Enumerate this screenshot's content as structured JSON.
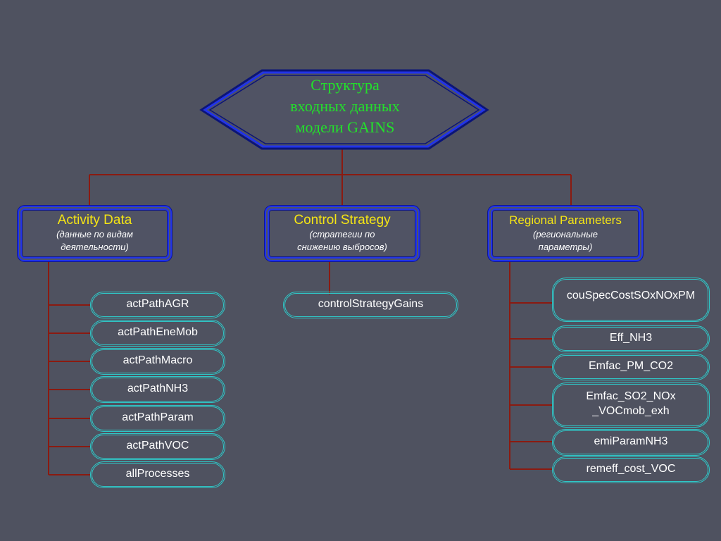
{
  "root": {
    "line1": "Структура",
    "line2": "входных данных",
    "line3": "модели GAINS"
  },
  "categories": {
    "activity": {
      "title": "Activity Data",
      "subtitle": "(данные по видам деятельности)"
    },
    "control": {
      "title": "Control Strategy",
      "subtitle": "(стратегии по снижению выбросов)"
    },
    "regional": {
      "title": "Regional Parameters",
      "subtitle": "(региональные параметры)"
    }
  },
  "activity_items": [
    "actPathAGR",
    "actPathEneMob",
    "actPathMacro",
    "actPathNH3",
    "actPathParam",
    "actPathVOC",
    "allProcesses"
  ],
  "control_items": [
    "controlStrategyGains"
  ],
  "regional_items": [
    "couSpecCostSOxNOxPM",
    "Eff_NH3",
    "Emfac_PM_CO2",
    "Emfac_SO2_NOx _VOCmob_exh",
    "emiParamNH3",
    "remeff_cost_VOC"
  ],
  "colors": {
    "background": "#4f5260",
    "root_text": "#22e22a",
    "category_title": "#f5e514",
    "category_border": "#2133e8",
    "item_border": "#2fc7c7",
    "connector": "#8b1a10"
  }
}
